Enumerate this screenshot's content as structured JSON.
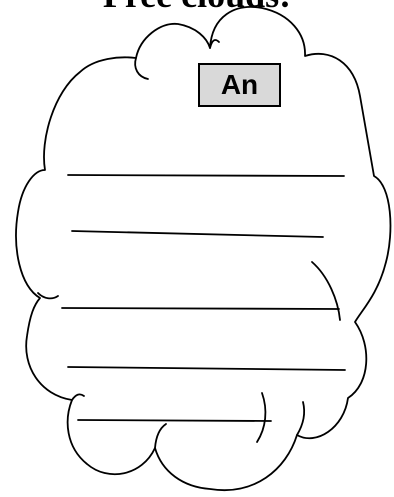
{
  "worksheet": {
    "heading": "Free clouds:",
    "cloud_label": "An",
    "writing_line_count": 5
  },
  "colors": {
    "line": "#000000",
    "label_fill": "#d9d9d9",
    "background": "#ffffff"
  }
}
